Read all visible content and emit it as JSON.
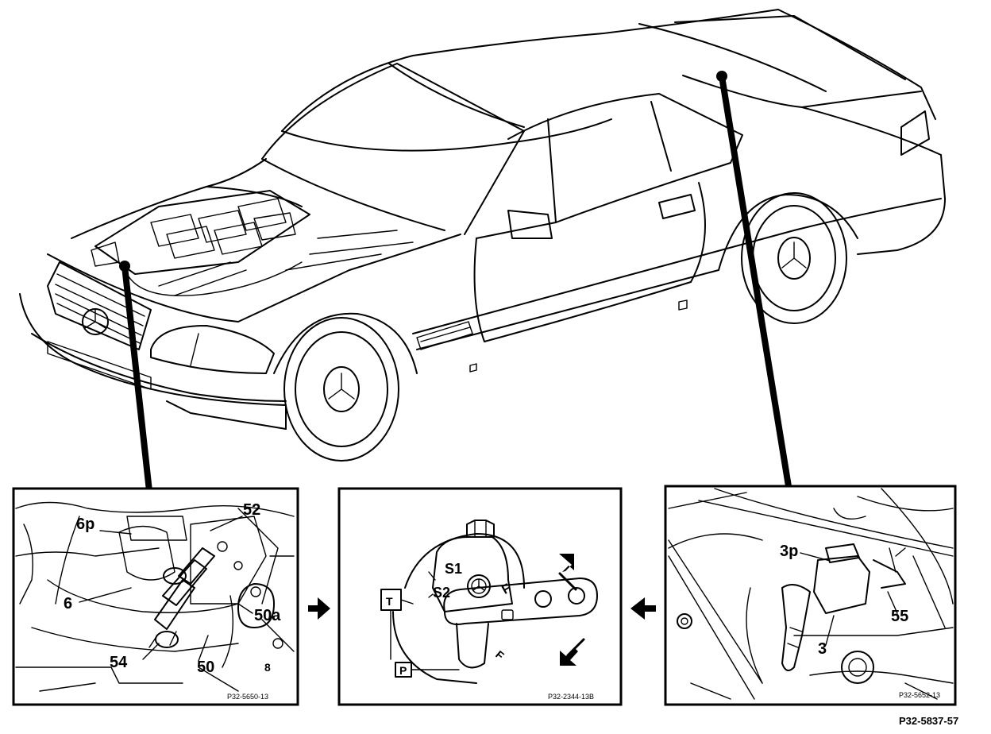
{
  "main_figure": {
    "code": "P32-5837-57"
  },
  "left_panel": {
    "code": "P32-5650-13",
    "labels": [
      "6p",
      "52",
      "6",
      "50a",
      "8",
      "54",
      "50"
    ]
  },
  "center_panel": {
    "code": "P32-2344-13B",
    "labels": [
      "S1",
      "S2",
      "T",
      "P",
      "F",
      "F"
    ]
  },
  "right_panel": {
    "code": "P32-5652-13",
    "labels": [
      "3p",
      "55",
      "3"
    ]
  }
}
